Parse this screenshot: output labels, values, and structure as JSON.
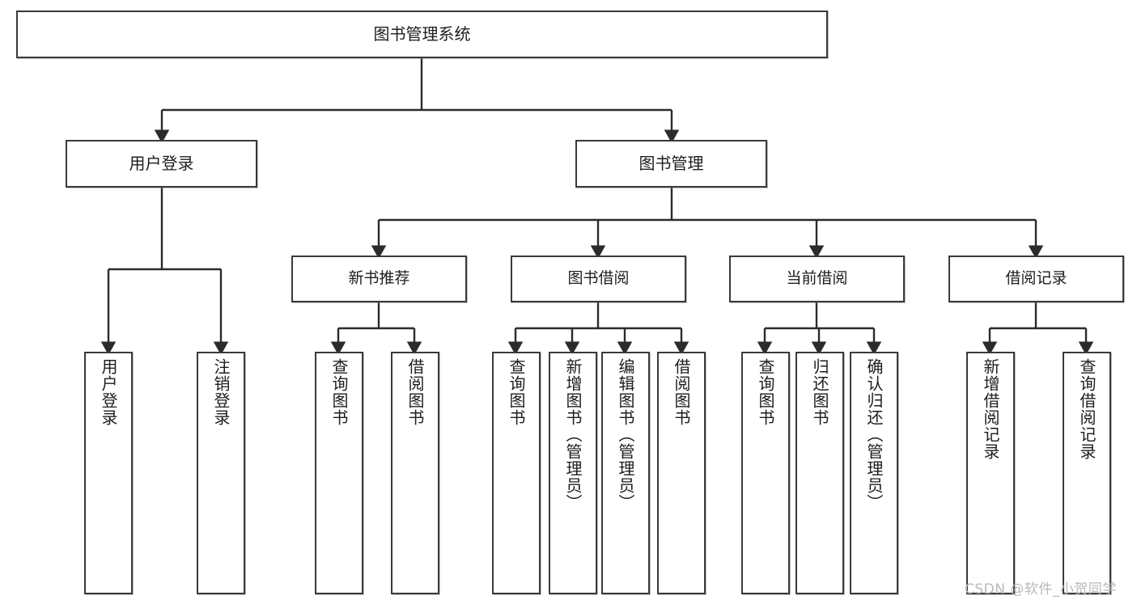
{
  "diagram": {
    "title": "图书管理系统",
    "type": "tree-hierarchy-diagram",
    "colors": {
      "node_border": "#3a3a3a",
      "node_fill": "#ffffff",
      "edge": "#2b2b2b",
      "text": "#1d1d1d",
      "watermark": "#b9b9b9",
      "background": "#ffffff"
    },
    "watermark": "CSDN @软件_小贺同学",
    "nodes": {
      "root": {
        "label": "图书管理系统"
      },
      "level1": [
        {
          "label": "用户登录"
        },
        {
          "label": "图书管理"
        }
      ],
      "level2": [
        {
          "label": "新书推荐"
        },
        {
          "label": "图书借阅"
        },
        {
          "label": "当前借阅"
        },
        {
          "label": "借阅记录"
        }
      ],
      "leaves": {
        "user_login": [
          {
            "label": "用户登录"
          },
          {
            "label": "注销登录"
          }
        ],
        "new_book_recommend": [
          {
            "label": "查询图书"
          },
          {
            "label": "借阅图书"
          }
        ],
        "book_borrow": [
          {
            "label": "查询图书"
          },
          {
            "label": "新增图书（管理员）"
          },
          {
            "label": "编辑图书（管理员）"
          },
          {
            "label": "借阅图书"
          }
        ],
        "current_borrow": [
          {
            "label": "查询图书"
          },
          {
            "label": "归还图书"
          },
          {
            "label": "确认归还（管理员）"
          }
        ],
        "borrow_record": [
          {
            "label": "新增借阅记录"
          },
          {
            "label": "查询借阅记录"
          }
        ]
      }
    }
  }
}
